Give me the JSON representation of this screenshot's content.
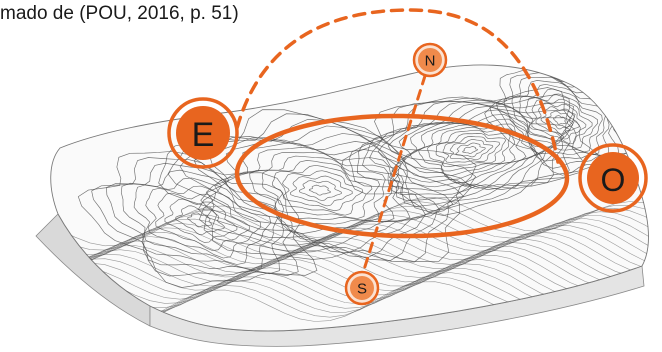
{
  "caption": "mado de (POU, 2016, p. 51)",
  "colors": {
    "accent": "#e8651f",
    "accent_light": "#f08a4b",
    "terrain_line": "#4a4a4a",
    "terrain_side": "#d6d6d6"
  },
  "compass": {
    "east": "E",
    "north": "N",
    "south": "S",
    "west": "O"
  }
}
